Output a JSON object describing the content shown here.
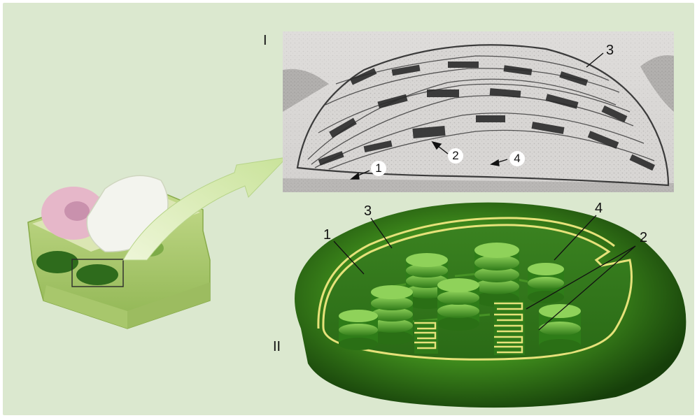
{
  "panel_labels": {
    "micrograph": "I",
    "model": "II"
  },
  "micrograph_labels": {
    "l1": "1",
    "l2": "2",
    "l3": "3",
    "l4": "4"
  },
  "model_labels": {
    "l1": "1",
    "l2": "2",
    "l3": "3",
    "l4": "4"
  },
  "colors": {
    "background": "#dbe8cf",
    "chloroplast_dark": "#1f4f0f",
    "chloroplast_light": "#79c33a",
    "membrane": "#e6e27a",
    "cell_wall": "#a9c96a",
    "arrow": "#d7ecad"
  }
}
